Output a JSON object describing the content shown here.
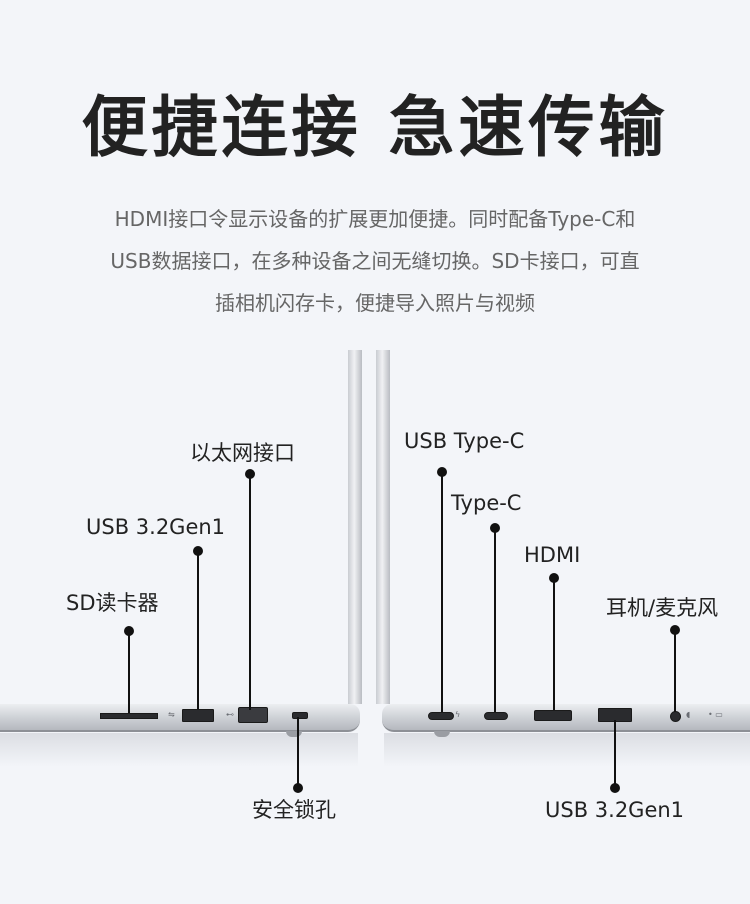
{
  "headline": "便捷连接 急速传输",
  "description": {
    "lines": [
      "HDMI接口令显示设备的扩展更加便捷。同时配备Type-C和",
      "USB数据接口，在多种设备之间无缝切换。SD卡接口，可直",
      "插相机闪存卡，便捷导入照片与视频"
    ]
  },
  "left_ports": {
    "ethernet": "以太网接口",
    "usb": "USB 3.2Gen1",
    "sd_card": "SD读卡器",
    "security_lock": "安全锁孔"
  },
  "right_ports": {
    "usb_type_c": "USB Type-C",
    "type_c": "Type-C",
    "hdmi": "HDMI",
    "audio": "耳机/麦克风",
    "usb": "USB 3.2Gen1"
  }
}
